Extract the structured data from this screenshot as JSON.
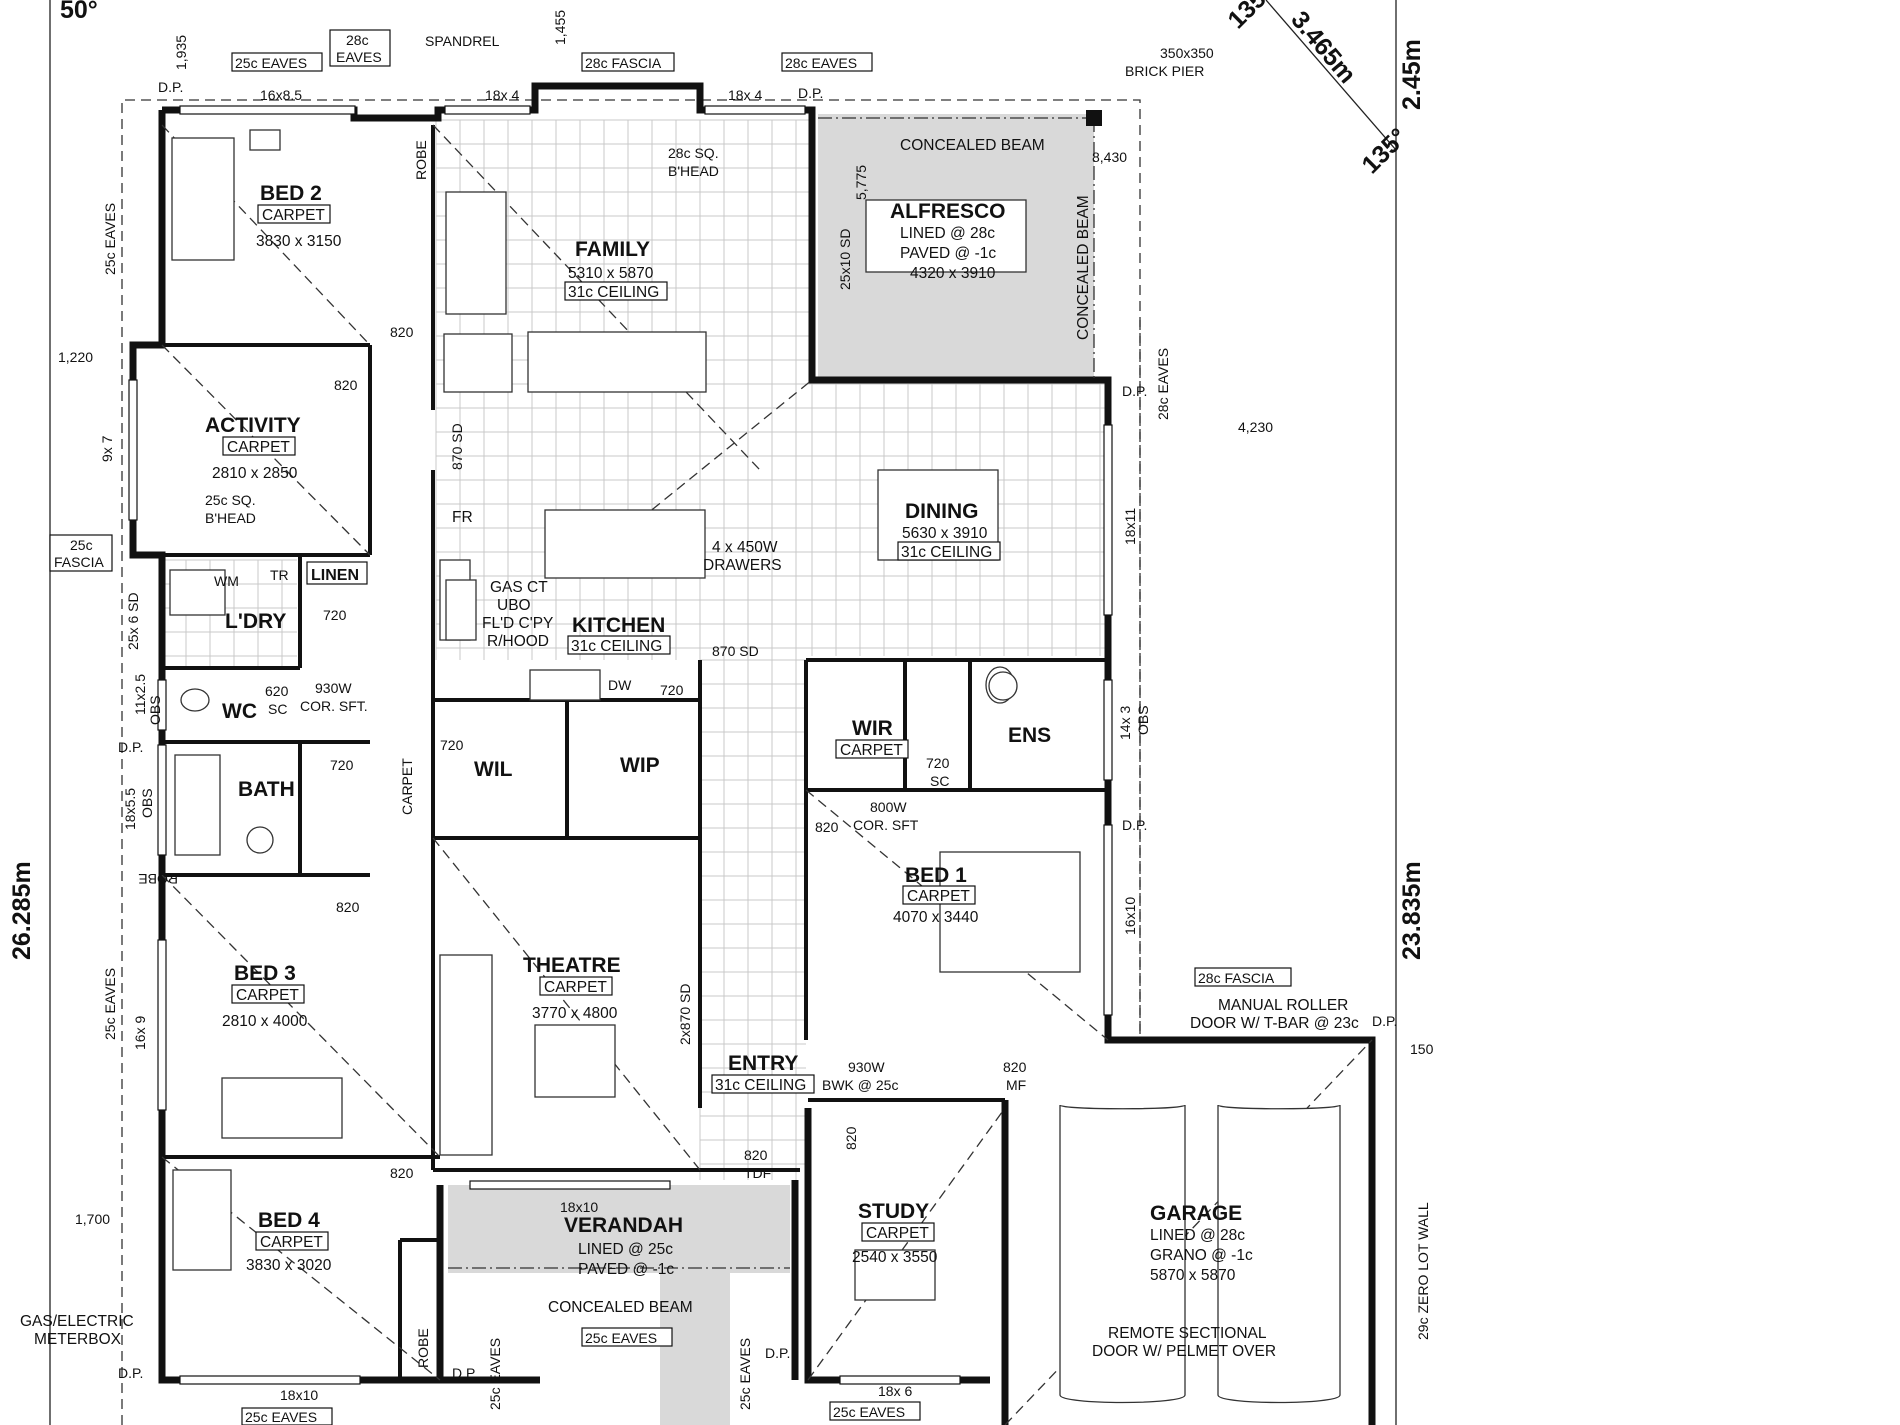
{
  "dimensions": {
    "left_depth": "26.285m",
    "right_depth": "23.835m",
    "top_right": "2.45m",
    "diag_length": "3.465m",
    "angle_a": "135°",
    "angle_b": "135°"
  },
  "setbacks": {
    "top_1935": "1,935",
    "top_1455": "1,455",
    "left_1220": "1,220",
    "right_8430": "8,430",
    "right_4230": "4,230",
    "left_1700": "1,700",
    "right_150": "150",
    "right_5775": "5,775"
  },
  "rooms": {
    "bed2": {
      "name": "BED 2",
      "finish": "CARPET",
      "size": "3830 x 3150"
    },
    "family": {
      "name": "FAMILY",
      "size": "5310 x 5870",
      "ceiling": "31c CEILING"
    },
    "alfresco": {
      "name": "ALFRESCO",
      "line1": "LINED @ 28c",
      "line2": "PAVED @ -1c",
      "size": "4320 x 3910"
    },
    "activity": {
      "name": "ACTIVITY",
      "finish": "CARPET",
      "size": "2810 x 2850"
    },
    "dining": {
      "name": "DINING",
      "size": "5630 x 3910",
      "ceiling": "31c CEILING"
    },
    "kitchen": {
      "name": "KITCHEN",
      "ceiling": "31c CEILING"
    },
    "ldry": {
      "name": "L'DRY"
    },
    "linen": {
      "name": "LINEN"
    },
    "wc": {
      "name": "WC"
    },
    "bath": {
      "name": "BATH"
    },
    "wil": {
      "name": "WIL"
    },
    "wip": {
      "name": "WIP"
    },
    "wir": {
      "name": "WIR",
      "finish": "CARPET"
    },
    "ens": {
      "name": "ENS"
    },
    "bed1": {
      "name": "BED 1",
      "finish": "CARPET",
      "size": "4070 x 3440"
    },
    "theatre": {
      "name": "THEATRE",
      "finish": "CARPET",
      "size": "3770 x 4800"
    },
    "bed3": {
      "name": "BED 3",
      "finish": "CARPET",
      "size": "2810 x 4000"
    },
    "entry": {
      "name": "ENTRY",
      "ceiling": "31c CEILING"
    },
    "bed4": {
      "name": "BED 4",
      "finish": "CARPET",
      "size": "3830 x 3020"
    },
    "verandah": {
      "name": "VERANDAH",
      "line1": "LINED @ 25c",
      "line2": "PAVED @ -1c"
    },
    "study": {
      "name": "STUDY",
      "finish": "CARPET",
      "size": "2540 x 3550"
    },
    "garage": {
      "name": "GARAGE",
      "line1": "LINED @ 28c",
      "line2": "GRANO @ -1c",
      "size": "5870 x 5870"
    }
  },
  "labels": {
    "eaves25": "25c EAVES",
    "eaves28": "28c EAVES",
    "eaves28_a": "28c",
    "eaves28_b": "EAVES",
    "spandrel": "SPANDREL",
    "fascia28": "28c FASCIA",
    "pier_a": "350x350",
    "pier_b": "BRICK PIER",
    "dp": "D.P.",
    "w16x85": "16x8.5",
    "w18x4": "18x 4",
    "bhead28_a": "28c SQ.",
    "bhead28_b": "B'HEAD",
    "concealed_beam": "CONCEALED BEAM",
    "robe": "ROBE",
    "door820": "820",
    "door720": "720",
    "door620": "620",
    "sd870": "870 SD",
    "sd25x6": "25x 6 SD",
    "sd25x10": "25x10 SD",
    "sd2x870": "2x870 SD",
    "win9x7": "9x 7",
    "win11x25": "11x2.5",
    "win18x55": "18x5.5",
    "win16x9": "16x 9",
    "win18x11": "18x11",
    "win14x3": "14x 3",
    "win16x10": "16x10",
    "win18x10": "18x10",
    "win18x6": "18x 6",
    "obs": "OBS",
    "bhead25_a": "25c SQ.",
    "bhead25_b": "B'HEAD",
    "fascia25_a": "25c",
    "fascia25_b": "FASCIA",
    "fr": "FR",
    "wm": "WM",
    "tr": "TR",
    "dw": "DW",
    "sc": "SC",
    "gas_a": "GAS CT",
    "gas_b": "UBO",
    "gas_c": "FL'D C'PY",
    "gas_d": "R/HOOD",
    "drawers_a": "4 x 450W",
    "drawers_b": "DRAWERS",
    "cor930": "930W",
    "cor930_b": "COR. SFT.",
    "cor800": "800W",
    "cor800_b": "COR. SFT",
    "carpet": "CARPET",
    "bwk930": "930W",
    "bwk930_b": "BWK @  25c",
    "mf": "MF",
    "tdf": "TDF",
    "roller_a": "MANUAL ROLLER",
    "roller_b": "DOOR W/ T-BAR @ 23c",
    "sectional_a": "REMOTE SECTIONAL",
    "sectional_b": "DOOR W/ PELMET OVER",
    "zero_lot": "29c ZERO LOT WALL",
    "meter_a": "GAS/ELECTRIC",
    "meter_b": "METERBOX",
    "edge_top": "50°",
    "edge_135": "135"
  }
}
